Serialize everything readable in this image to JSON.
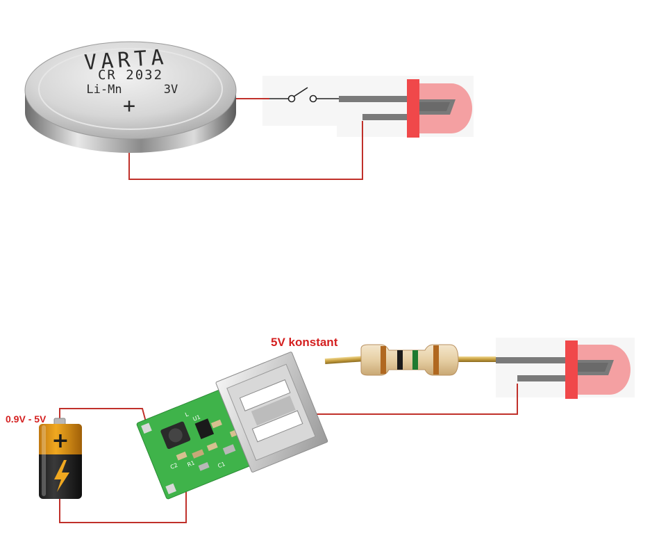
{
  "battery_coin": {
    "brand": "VARTA",
    "model": "CR 2032",
    "chemistry": "Li-Mn",
    "voltage": "3V",
    "polarity": "+"
  },
  "labels": {
    "constant_voltage": "5V konstant",
    "input_range": "0.9V - 5V"
  },
  "pcb": {
    "silk_l": "L",
    "silk_r": "R1",
    "silk_u": "U1",
    "silk_c": "C1",
    "silk_c2": "C2"
  },
  "colors": {
    "wire": "#c0302a",
    "led_red": "#f0484a",
    "led_lens": "#f4a0a2",
    "lead_gray": "#7a7a7a",
    "pcb_green": "#3fb34a",
    "label_red": "#d42020"
  }
}
